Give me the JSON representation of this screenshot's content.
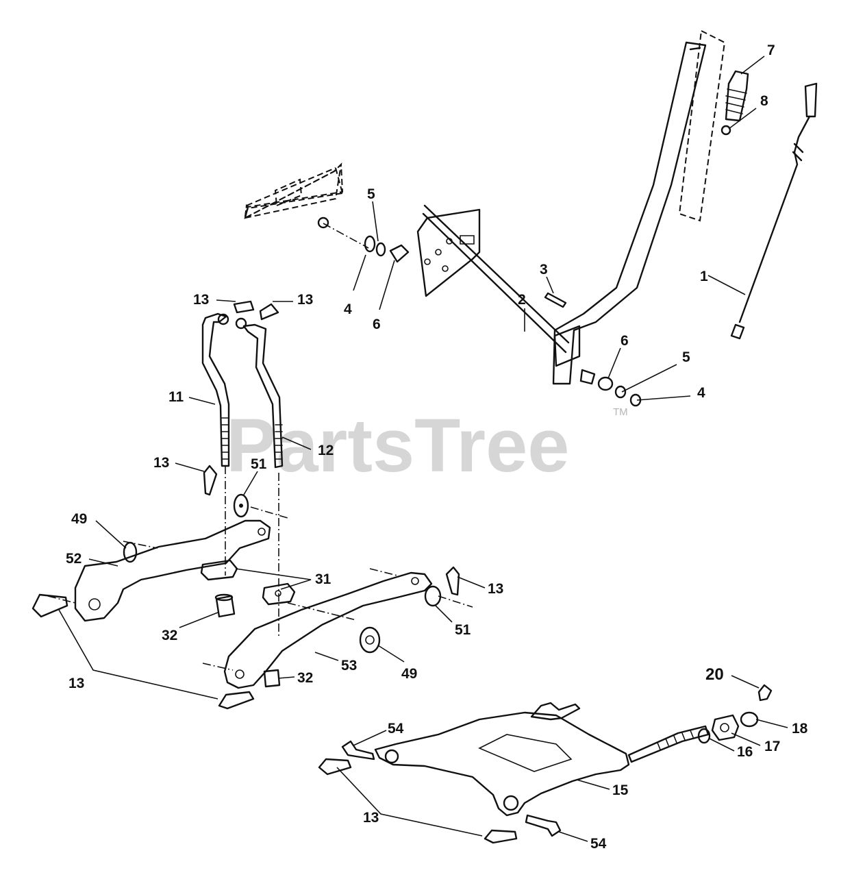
{
  "watermark": {
    "brand": "PartsTree",
    "trademark": "TM"
  },
  "callouts": [
    {
      "id": "c1",
      "label": "1"
    },
    {
      "id": "c2",
      "label": "2"
    },
    {
      "id": "c3",
      "label": "3"
    },
    {
      "id": "c4a",
      "label": "4"
    },
    {
      "id": "c4b",
      "label": "4"
    },
    {
      "id": "c5a",
      "label": "5"
    },
    {
      "id": "c5b",
      "label": "5"
    },
    {
      "id": "c6a",
      "label": "6"
    },
    {
      "id": "c6b",
      "label": "6"
    },
    {
      "id": "c7",
      "label": "7"
    },
    {
      "id": "c8",
      "label": "8"
    },
    {
      "id": "c11",
      "label": "11"
    },
    {
      "id": "c12",
      "label": "12"
    },
    {
      "id": "c13a",
      "label": "13"
    },
    {
      "id": "c13b",
      "label": "13"
    },
    {
      "id": "c13c",
      "label": "13"
    },
    {
      "id": "c13d",
      "label": "13"
    },
    {
      "id": "c13e",
      "label": "13"
    },
    {
      "id": "c13f",
      "label": "13"
    },
    {
      "id": "c15",
      "label": "15"
    },
    {
      "id": "c16",
      "label": "16"
    },
    {
      "id": "c17",
      "label": "17"
    },
    {
      "id": "c18",
      "label": "18"
    },
    {
      "id": "c20",
      "label": "20"
    },
    {
      "id": "c31",
      "label": "31"
    },
    {
      "id": "c32a",
      "label": "32"
    },
    {
      "id": "c32b",
      "label": "32"
    },
    {
      "id": "c49a",
      "label": "49"
    },
    {
      "id": "c49b",
      "label": "49"
    },
    {
      "id": "c51a",
      "label": "51"
    },
    {
      "id": "c51b",
      "label": "51"
    },
    {
      "id": "c52",
      "label": "52"
    },
    {
      "id": "c53",
      "label": "53"
    },
    {
      "id": "c54a",
      "label": "54"
    },
    {
      "id": "c54b",
      "label": "54"
    }
  ]
}
